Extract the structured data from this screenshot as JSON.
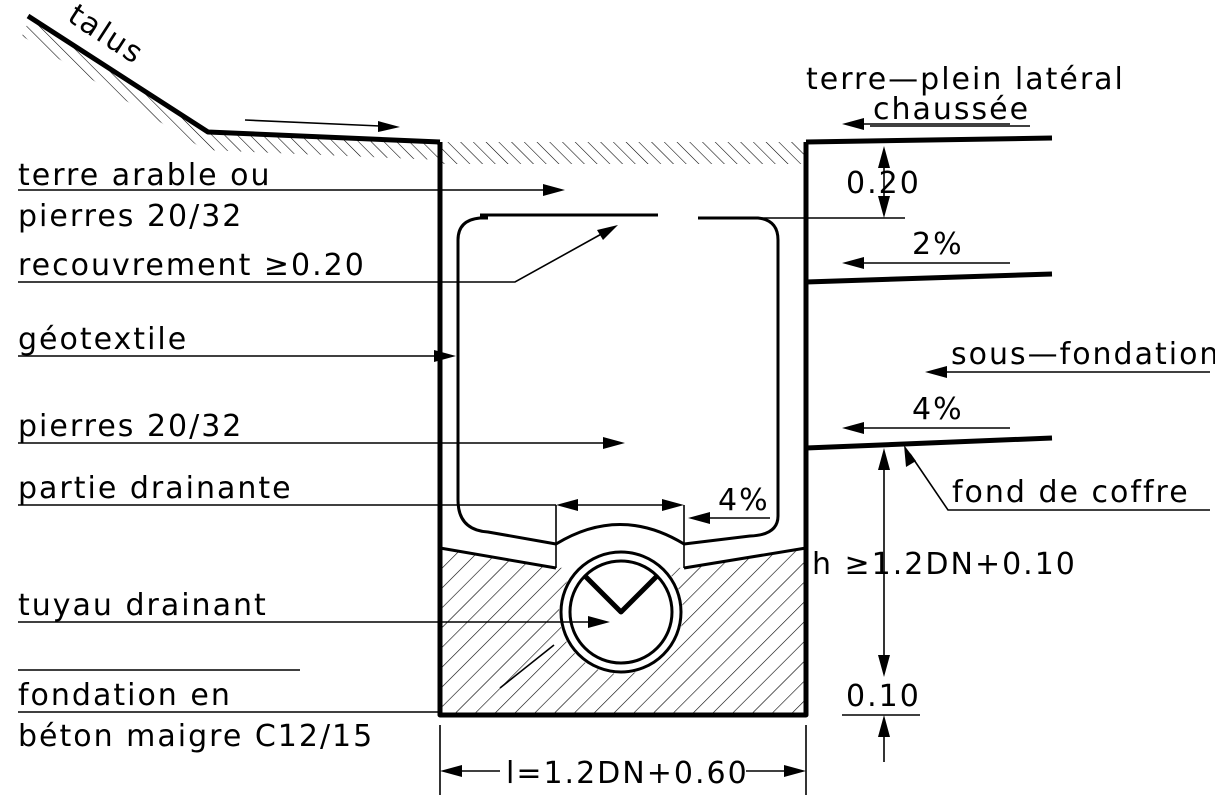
{
  "labels": {
    "talus": "talus",
    "terre_plein": "terre—plein latéral",
    "chaussee": "chaussée",
    "terre_arable_1": "terre arable ou",
    "terre_arable_2": "pierres 20/32",
    "recouvrement": "recouvrement ≥0.20",
    "geotextile": "géotextile",
    "pierres": "pierres 20/32",
    "partie_drainante": "partie drainante",
    "tuyau": "tuyau drainant",
    "fondation_1": "fondation en",
    "fondation_2": "béton maigre C12/15",
    "dim_020": "0.20",
    "slope_2": "2%",
    "sous_fondation": "sous—fondation",
    "slope_4_right": "4%",
    "fond_coffre": "fond de coffre",
    "slope_4_pipe": "4%",
    "h_dim": "h ≥1.2DN+0.10",
    "dim_010": "0.10",
    "width_dim": "l=1.2DN+0.60"
  }
}
